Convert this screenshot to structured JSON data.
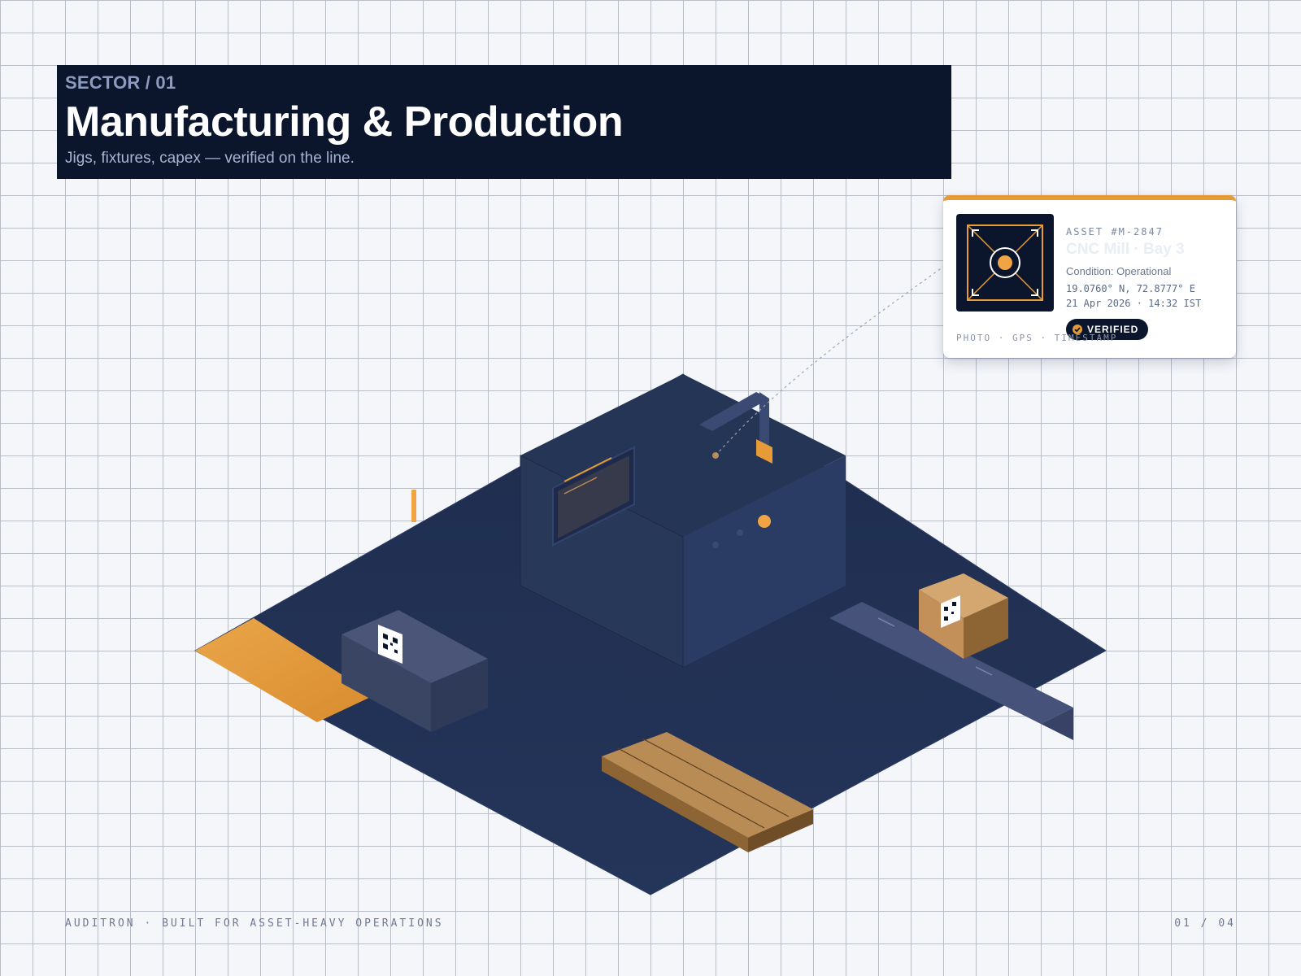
{
  "header": {
    "sector_label": "SECTOR / 01",
    "title": "Manufacturing & Production",
    "subtitle": "Jigs, fixtures, capex — verified on the line."
  },
  "asset_card": {
    "asset_id": "ASSET #M-2847",
    "name": "CNC Mill · Bay 3",
    "condition": "Condition: Operational",
    "gps": "19.0760° N, 72.8777° E",
    "timestamp": "21 Apr 2026 · 14:32 IST",
    "status_badge": "VERIFIED",
    "meta": "PHOTO · GPS · TIMESTAMP",
    "accent_color": "#e79b36"
  },
  "footer": {
    "brand_line": "AUDITRON · BUILT FOR ASSET-HEAVY OPERATIONS",
    "page_indicator": "01 / 04"
  },
  "colors": {
    "background": "#f4f6fa",
    "navy": "#0b162d",
    "floor": "#223152",
    "accent": "#e79b36",
    "wood": "#b98c55"
  },
  "icons": [
    "qr-code-icon",
    "check-icon",
    "camera-frame-icon"
  ]
}
